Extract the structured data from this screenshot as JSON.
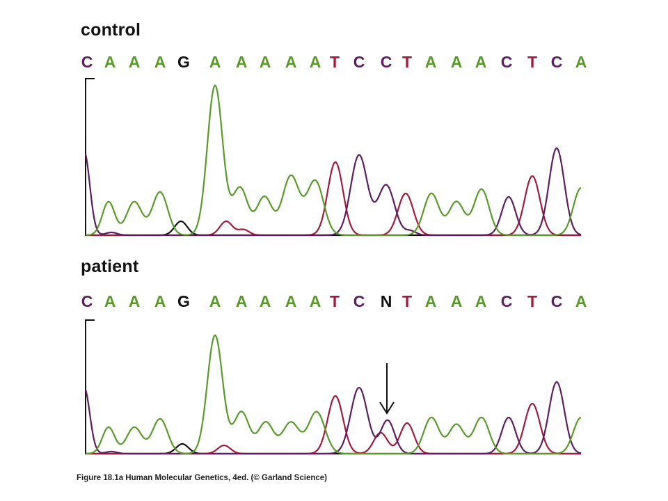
{
  "control": {
    "title": "control",
    "bases": [
      "C",
      "A",
      "A",
      "A",
      "G",
      "A",
      "A",
      "A",
      "A",
      "A",
      "T",
      "C",
      "C",
      "T",
      "A",
      "A",
      "A",
      "C",
      "T",
      "C",
      "A"
    ]
  },
  "patient": {
    "title": "patient",
    "bases": [
      "C",
      "A",
      "A",
      "A",
      "G",
      "A",
      "A",
      "A",
      "A",
      "A",
      "T",
      "C",
      "N",
      "T",
      "A",
      "A",
      "A",
      "C",
      "T",
      "C",
      "A"
    ]
  },
  "colors": {
    "A": "#5a9a2a",
    "C": "#5b1e5e",
    "G": "#111111",
    "T": "#a31a3c",
    "N": "#111111",
    "axis": "#111111"
  },
  "caption": "Figure 18.1a  Human Molecular Genetics, 4ed. (© Garland Science)"
}
